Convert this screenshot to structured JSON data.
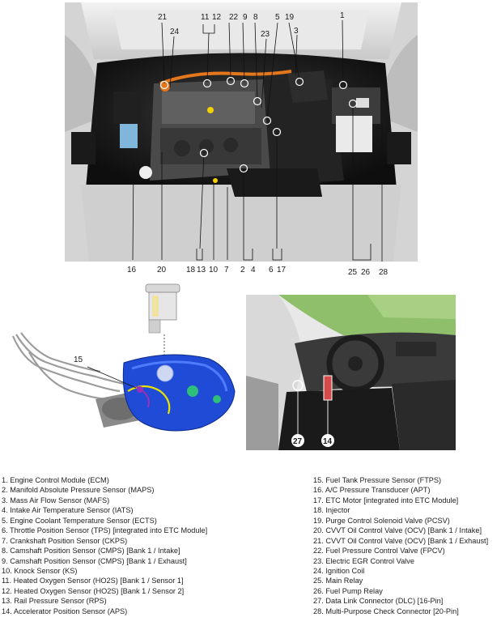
{
  "engine_bay": {
    "top_callouts": [
      "21",
      "11",
      "12",
      "22",
      "9",
      "8",
      "5",
      "19",
      "1",
      "24",
      "23",
      "3"
    ],
    "bottom_callouts": [
      "16",
      "20",
      "18",
      "13",
      "10",
      "7",
      "2",
      "4",
      "6",
      "17",
      "25",
      "26",
      "28"
    ]
  },
  "fuel_tank": {
    "callouts": [
      "15"
    ]
  },
  "interior": {
    "callouts": [
      "27",
      "14"
    ]
  },
  "legend": {
    "left": [
      "1. Engine Control Module (ECM)",
      "2. Manifold Absolute Pressure Sensor (MAPS)",
      "3. Mass Air Flow Sensor (MAFS)",
      "4. Intake Air Temperature Sensor (IATS)",
      "5. Engine Coolant Temperature Sensor (ECTS)",
      "6. Throttle Position Sensor (TPS) [integrated into ETC Module]",
      "7. Crankshaft Position Sensor (CKPS)",
      "8. Camshaft Position Sensor (CMPS) [Bank 1 / Intake]",
      "9. Camshaft Position Sensor (CMPS) [Bank 1 / Exhaust]",
      "10. Knock Sensor (KS)",
      "11. Heated Oxygen Sensor (HO2S) [Bank 1 / Sensor 1]",
      "12. Heated Oxygen Sensor (HO2S) [Bank 1 / Sensor 2]",
      "13. Rail Pressure Sensor (RPS)",
      "14. Accelerator Position Sensor (APS)"
    ],
    "right": [
      "15. Fuel Tank Pressure Sensor (FTPS)",
      "16. A/C Pressure Transducer (APT)",
      "17. ETC Motor [integrated into ETC Module]",
      "18. Injector",
      "19. Purge Control Solenoid Valve (PCSV)",
      "20. CVVT Oil Control Valve (OCV) [Bank 1 / Intake]",
      "21. CVVT Oil Control Valve (OCV) [Bank 1 / Exhaust]",
      "22. Fuel Pressure Control Valve (FPCV)",
      "23. Electric EGR Control Valve",
      "24. Ignition Coil",
      "25. Main Relay",
      "26. Fuel Pump Relay",
      "27. Data Link Connector (DLC) [16-Pin]",
      "28. Multi-Purpose Check Connector [20-Pin]"
    ]
  }
}
